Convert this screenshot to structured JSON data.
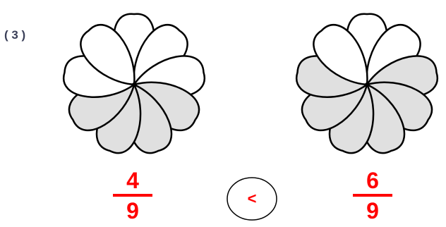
{
  "problem_label": "( 3 )",
  "left_flower": {
    "petals": 9,
    "shaded": 4,
    "shade_color": "#e0e0e0"
  },
  "right_flower": {
    "petals": 9,
    "shaded": 6,
    "shade_color": "#e0e0e0"
  },
  "left_fraction": {
    "numerator": "4",
    "denominator": "9"
  },
  "right_fraction": {
    "numerator": "6",
    "denominator": "9"
  },
  "comparison": {
    "symbol": "<"
  },
  "colors": {
    "accent": "#ff0000",
    "label": "#3a3f58",
    "outline": "#000000"
  }
}
